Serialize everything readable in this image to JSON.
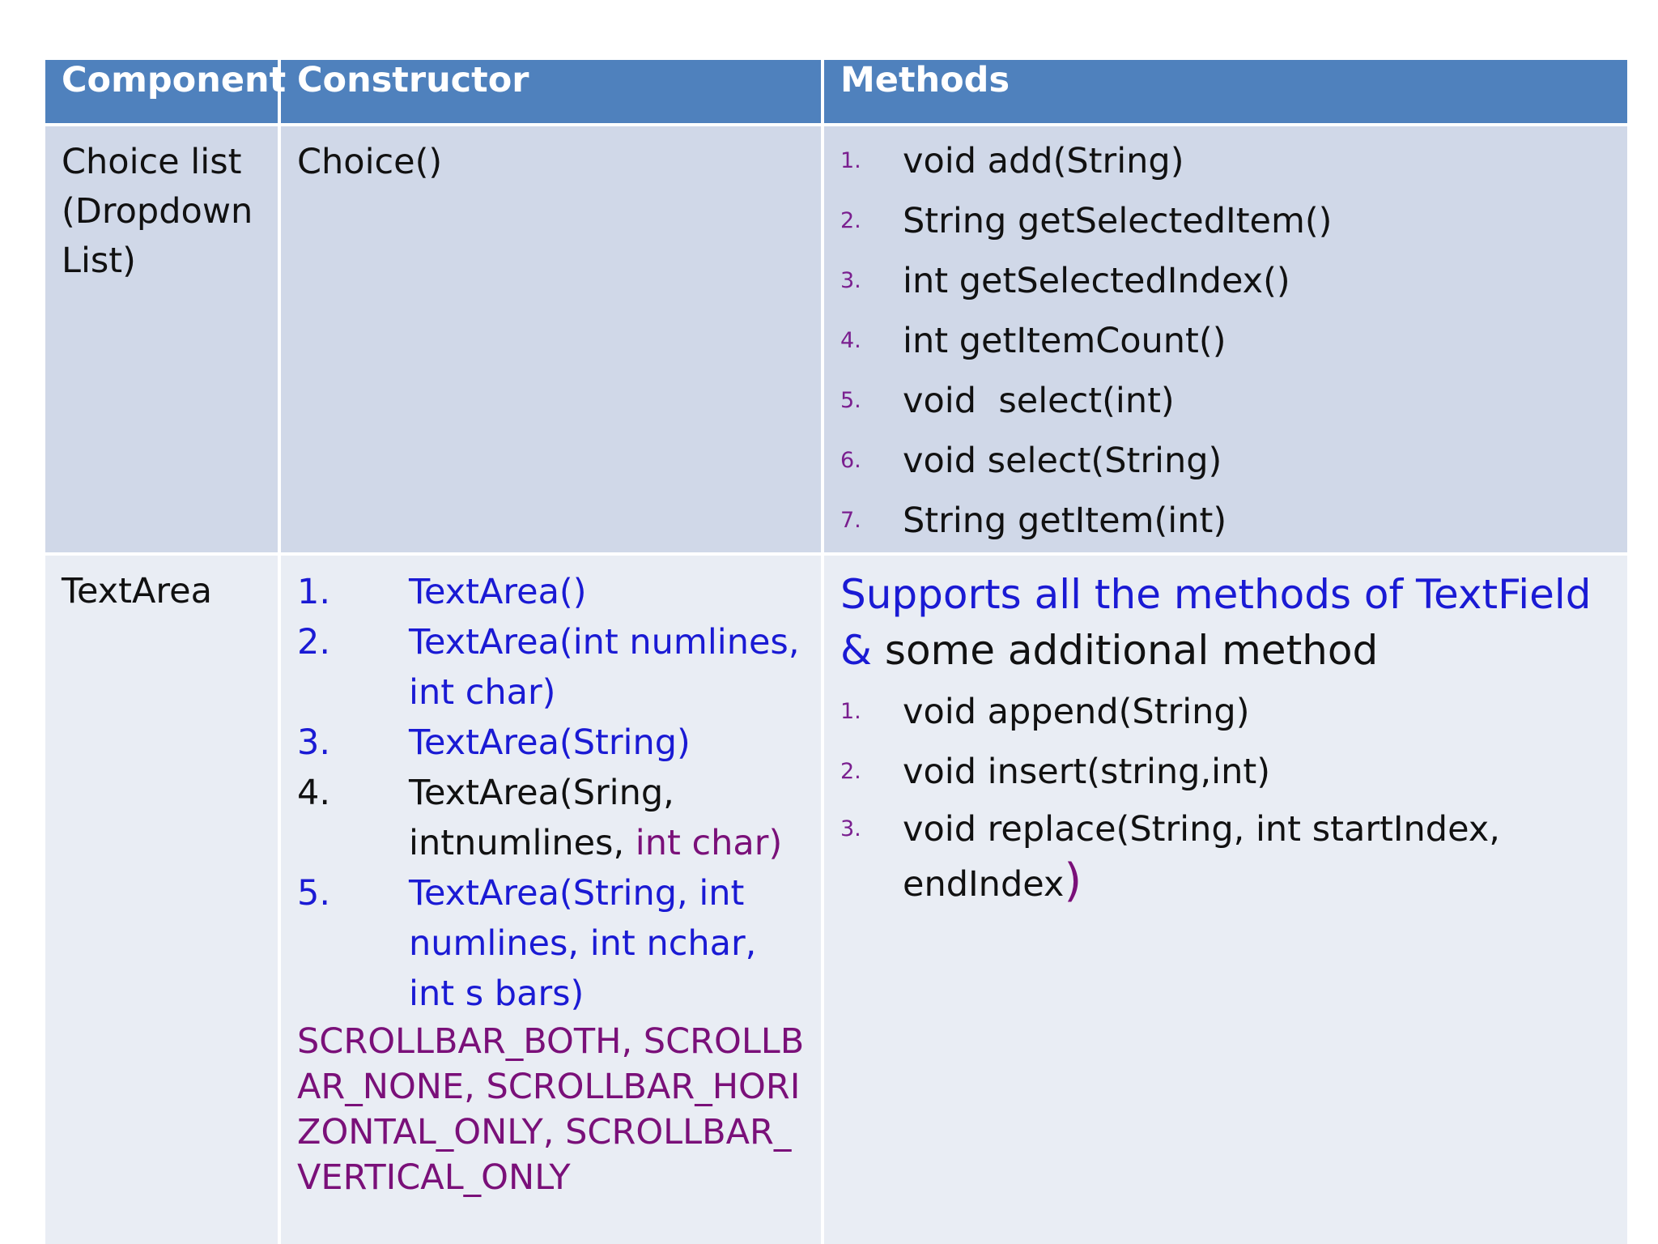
{
  "table": {
    "headers": [
      "Component",
      "Constructor",
      "Methods"
    ],
    "rows": [
      {
        "component": "Choice list (Dropdown List)",
        "constructor": "Choice()",
        "methods": [
          {
            "num": "1.",
            "text": "void add(String)"
          },
          {
            "num": "2.",
            "text": "String getSelectedItem()"
          },
          {
            "num": "3.",
            "text": "int getSelectedIndex()"
          },
          {
            "num": "4.",
            "text": "int getItemCount()"
          },
          {
            "num": "5.",
            "text": "void  select(int)"
          },
          {
            "num": "6.",
            "text": "void select(String)"
          },
          {
            "num": "7.",
            "text": "String getItem(int)"
          }
        ]
      },
      {
        "component": "TextArea",
        "constructors": [
          {
            "num": "1.",
            "text": "TextArea()"
          },
          {
            "num": "2.",
            "text": "TextArea(int numlines, int char)"
          },
          {
            "num": "3.",
            "text": "TextArea(String)"
          },
          {
            "num": "4.",
            "text_black": "TextArea(Sring, intnumlines,",
            "text_purple": " int char)"
          },
          {
            "num": "5.",
            "text": "TextArea(String, int numlines, int nchar, int s bars)"
          }
        ],
        "scrollbar_constants": "SCROLLBAR_BOTH, SCROLLBAR_NONE, SCROLLBAR_HORIZONTAL_ONLY, SCROLLBAR_VERTICAL_ONLY",
        "methods_intro_blue": "Supports all the methods of TextField &",
        "methods_intro_black": " some additional method",
        "methods": [
          {
            "num": "1.",
            "text": "void append(String)"
          },
          {
            "num": "2.",
            "text": "void insert(string,int)"
          },
          {
            "num": "3.",
            "text": "void replace(String, int startIndex, endIndex",
            "paren": ")"
          }
        ]
      }
    ]
  },
  "colors": {
    "header_bg": "#4f81bd",
    "row1_bg": "#d0d8e8",
    "row2_bg": "#e9edf4",
    "blue_text": "#1a1ad4",
    "purple_text": "#7a1079"
  }
}
